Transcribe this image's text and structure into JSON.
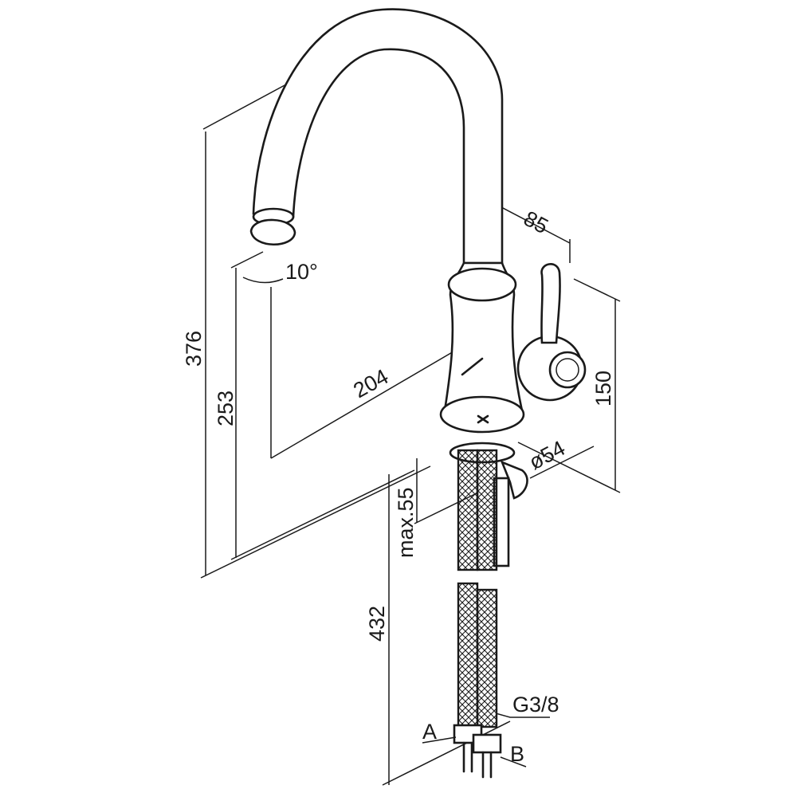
{
  "drawing": {
    "title": "Kitchen faucet dimension drawing",
    "dimensions": {
      "total_height": "376",
      "spout_height": "253",
      "spout_reach": "204",
      "spout_angle": "10°",
      "handle_offset": "85",
      "body_height": "150",
      "base_diameter": "ø54",
      "max_deck_thickness": "max.55",
      "hose_length": "432",
      "connection_thread": "G3/8"
    },
    "labels": {
      "inlet_a": "A",
      "inlet_b": "B"
    },
    "colors": {
      "line": "#1a1a1a",
      "background": "#ffffff"
    }
  }
}
